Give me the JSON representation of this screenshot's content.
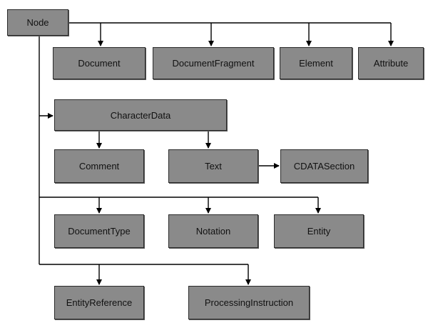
{
  "nodes": {
    "node": "Node",
    "document": "Document",
    "document_fragment": "DocumentFragment",
    "element": "Element",
    "attribute": "Attribute",
    "character_data": "CharacterData",
    "comment": "Comment",
    "text": "Text",
    "cdata_section": "CDATASection",
    "document_type": "DocumentType",
    "notation": "Notation",
    "entity": "Entity",
    "entity_reference": "EntityReference",
    "processing_instruction": "ProcessingInstruction"
  },
  "colors": {
    "box_fill": "#8a8a8a",
    "box_border": "#2a2a2a",
    "line": "#000000"
  }
}
